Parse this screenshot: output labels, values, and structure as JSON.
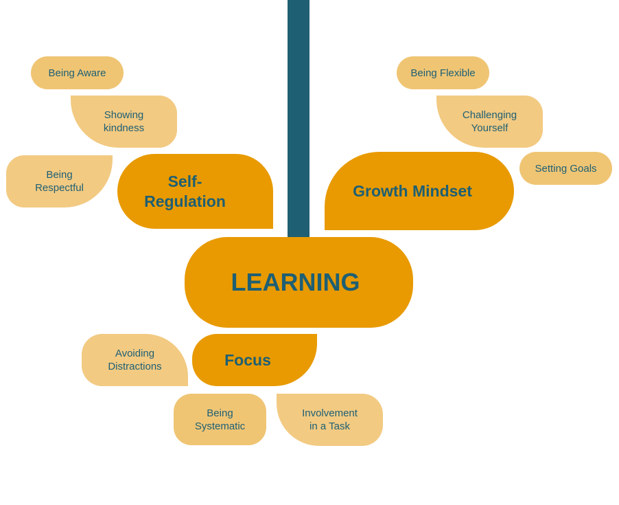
{
  "colors": {
    "trunk": "#1e5f74",
    "main": "#e89a00",
    "leaf": "#f2ca82",
    "leaf_alt": "#efc574",
    "text": "#1e5f74"
  },
  "center": {
    "label": "LEARNING"
  },
  "branches": {
    "self_regulation": {
      "label": "Self-\nRegulation",
      "leaves": [
        "Being Aware",
        "Showing\nkindness",
        "Being\nRespectful"
      ]
    },
    "growth_mindset": {
      "label": "Growth Mindset",
      "leaves": [
        "Being Flexible",
        "Challenging\nYourself",
        "Setting Goals"
      ]
    },
    "focus": {
      "label": "Focus",
      "leaves": [
        "Avoiding\nDistractions",
        "Being\nSystematic",
        "Involvement\nin a Task"
      ]
    }
  }
}
